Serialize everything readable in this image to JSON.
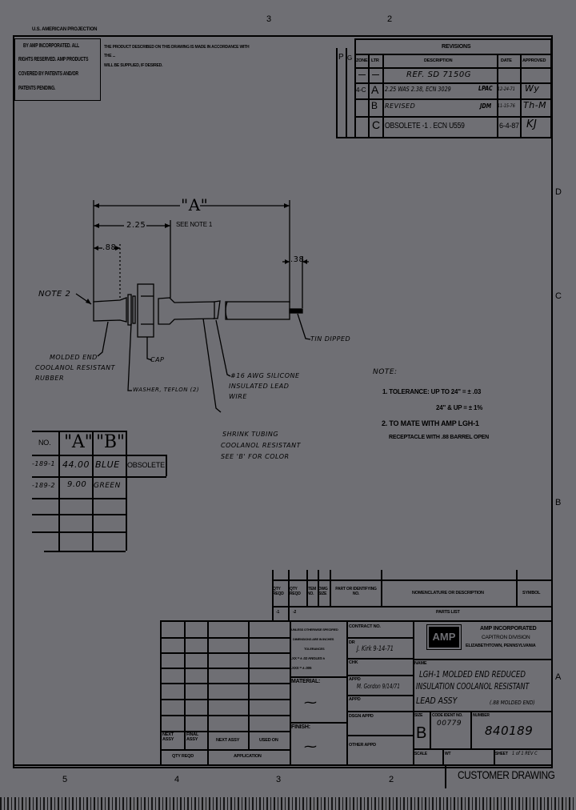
{
  "zones": {
    "top": [
      "3",
      "2"
    ],
    "right": [
      "D",
      "C",
      "B",
      "A"
    ],
    "bottom": [
      "5",
      "4",
      "3",
      "2"
    ]
  },
  "header": {
    "projection": "U.S. AMERICAN PROJECTION",
    "copyright": [
      "BY AMP INCORPORATED. ALL",
      "RIGHTS RESERVED. AMP PRODUCTS",
      "COVERED BY PATENTS AND/OR",
      "PATENTS PENDING."
    ],
    "proprietary": [
      "THE PRODUCT DESCRIBED ON THIS DRAWING IS MADE IN ACCORDANCE WITH",
      "THE ...",
      "WILL BE SUPPLIED, IF DESIRED."
    ]
  },
  "revisions": {
    "title": "REVISIONS",
    "side_cols": [
      "P",
      "G"
    ],
    "columns": [
      "ZONE",
      "LTR",
      "DESCRIPTION",
      "DATE",
      "APPROVED"
    ],
    "rows": [
      {
        "zone": "—",
        "ltr": "—",
        "description": "REF. SD 7150G",
        "by": "",
        "date": "",
        "approved": ""
      },
      {
        "zone": "4-C",
        "ltr": "A",
        "description": "2.25 WAS 2.38, ECN 3029",
        "by": "LPAC",
        "date": "12-24-71",
        "approved": "Wy"
      },
      {
        "zone": "",
        "ltr": "B",
        "description": "REVISED",
        "by": "JDM",
        "date": "11-15-76",
        "approved": "Th-M"
      },
      {
        "zone": "",
        "ltr": "C",
        "description": "OBSOLETE -1 . ECN U559",
        "by": "",
        "date": "6-4-87",
        "approved": "KJ"
      }
    ]
  },
  "drawing": {
    "dim_a": "\"A\"",
    "dim_a_note": "SEE NOTE 1",
    "dim_225": "2.25",
    "dim_88": ".88",
    "dim_38": ".38",
    "note2_label": "NOTE 2",
    "molded_end": [
      "MOLDED END",
      "COOLANOL RESISTANT",
      "RUBBER"
    ],
    "cap": "CAP",
    "washer": "WASHER, TEFLON (2)",
    "wire": [
      "#16 AWG SILICONE",
      "INSULATED LEAD",
      "WIRE"
    ],
    "shrink": [
      "SHRINK TUBING",
      "COOLANOL RESISTANT",
      "SEE 'B' FOR COLOR"
    ],
    "tin": "TIN DIPPED"
  },
  "notes": {
    "title": "NOTE:",
    "items": [
      "1. TOLERANCE: UP TO 24\" = ± .03",
      "24\" & UP = ± 1%",
      "2. TO MATE WITH AMP LGH-1",
      "RECEPTACLE WITH .88 BARREL OPEN"
    ]
  },
  "dash_table": {
    "headers": [
      "NO.",
      "\"A\"",
      "\"B\""
    ],
    "rows": [
      {
        "no": "-189-1",
        "a": "44.00",
        "b": "BLUE",
        "note": "OBSOLETE"
      },
      {
        "no": "-189-2",
        "a": "9.00",
        "b": "GREEN",
        "note": ""
      }
    ]
  },
  "parts_list": {
    "columns": [
      "QTY REQD",
      "QTY REQD",
      "ITEM NO.",
      "DWG SIZE",
      "PART OR IDENTIFYING NO.",
      "NOMENCLATURE OR DESCRIPTION",
      "SYMBOL"
    ],
    "dash": [
      "-1",
      "-2"
    ],
    "title": "PARTS LIST"
  },
  "title_block": {
    "application": {
      "next_assy": "NEXT ASSY",
      "final_assy": "FINAL ASSY",
      "next_assy2": "NEXT ASSY",
      "used_on": "USED ON",
      "qty_reqd": "QTY REQD",
      "application": "APPLICATION"
    },
    "tolerances": [
      "UNLESS OTHERWISE SPECIFIED",
      "DIMENSIONS ARE IN INCHES",
      "TOLERANCES",
      ".XX = ± .02   ANGLES ±",
      ".XXX = ± .005"
    ],
    "material": "MATERIAL:",
    "finish": "FINISH:",
    "contract": "CONTRACT NO.",
    "dr": "DR",
    "dr_sig": "J. Kirk 9-14-71",
    "chk": "CHK",
    "appd": "APPD",
    "appd_sig": "M. Gordon 9/14/71",
    "appd2": "APPD",
    "dsgn_appd": "DSGN APPD",
    "other_appd": "OTHER APPD",
    "logo": "AMP",
    "company": [
      "AMP INCORPORATED",
      "CAPITRON DIVISION",
      "ELIZABETHTOWN, PENNSYLVANIA"
    ],
    "name_label": "NAME",
    "name": [
      "LGH-1 MOLDED END REDUCED",
      "INSULATION COOLANOL RESISTANT",
      "LEAD ASSY"
    ],
    "name_sub": "(.88 MOLDED END)",
    "size_label": "SIZE",
    "size": "B",
    "code_label": "CODE IDENT NO.",
    "code": "00779",
    "number_label": "NUMBER",
    "number": "840189",
    "scale_label": "SCALE",
    "wt_label": "WT",
    "sheet_label": "SHEET",
    "sheet": "1 of 1  REV C"
  },
  "footer": {
    "customer_drawing": "CUSTOMER DRAWING"
  }
}
